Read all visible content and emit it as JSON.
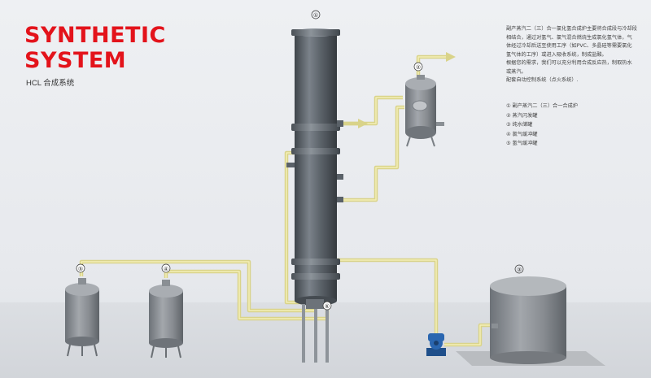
{
  "header": {
    "title_line1": "SYNTHETIC",
    "title_line2": "SYSTEM",
    "subtitle": "HCL 合成系统"
  },
  "description": [
    "副产蒸汽二（三）合一氯化氢合成炉主要将合成段与冷却段",
    "相结合，通过对氢气、氯气混合燃烧生成氯化氢气体，气",
    "体经过冷却后送至使用工序（如PVC、多晶硅等需要氯化",
    "氢气体的工序）或进入吸收系统，制成盐酸。",
    "根据您的需求，我们可以充分利用合成反应热，制取热水",
    "或蒸汽。",
    "配套自动控制系统（点火系统）."
  ],
  "legend": [
    "① 副产蒸汽二（三）合一合成炉",
    "② 蒸汽闪发罐",
    "③ 纯水储罐",
    "④ 氯气缓冲罐",
    "⑤ 氢气缓冲罐"
  ],
  "markers": {
    "m1": "①",
    "m2": "②",
    "m3": "③",
    "m4": "④",
    "m5": "⑤",
    "m6": "⑥"
  },
  "colors": {
    "title_red": "#e3131b",
    "vessel_gray": "#5a6168",
    "pipe_yellow": "#ece7a0"
  }
}
